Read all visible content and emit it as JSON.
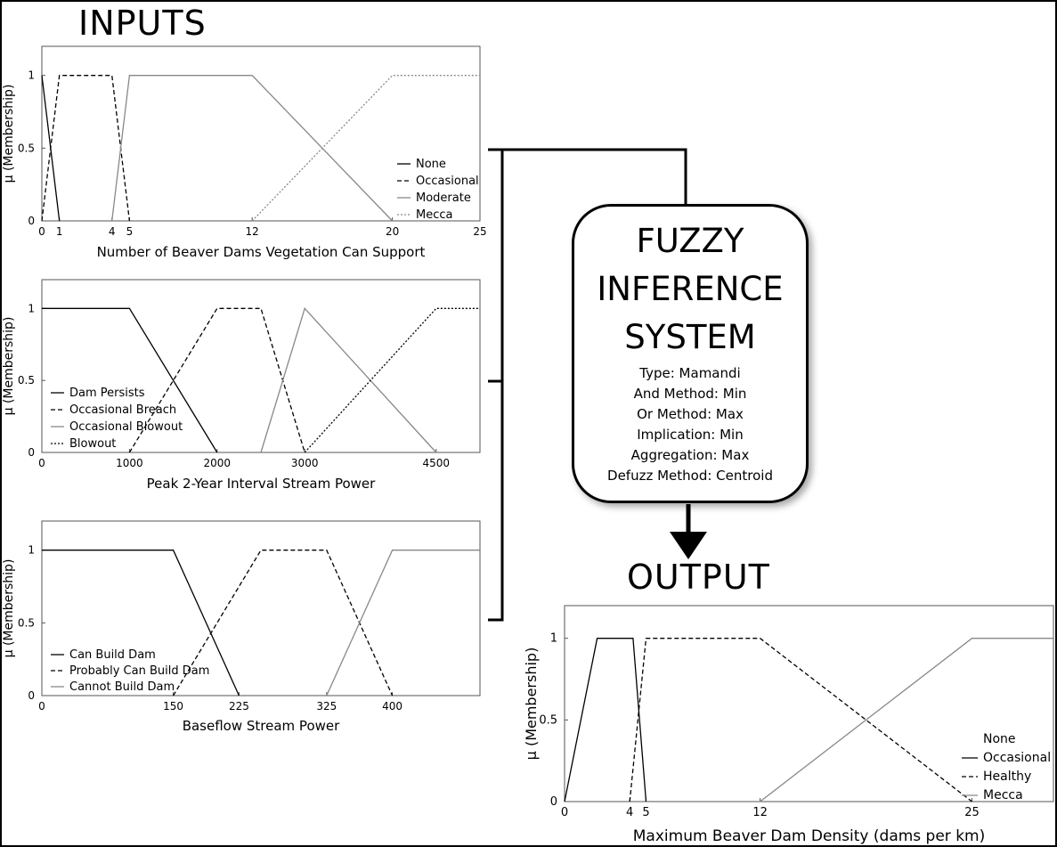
{
  "headings": {
    "inputs": "INPUTS",
    "output": "OUTPUT"
  },
  "fis": {
    "title_lines": [
      "FUZZY",
      "INFERENCE",
      "SYSTEM"
    ],
    "params": [
      "Type: Mamandi",
      "And Method: Min",
      "Or Method: Max",
      "Implication: Min",
      "Aggregation: Max",
      "Defuzz Method: Centroid"
    ]
  },
  "chart_data": [
    {
      "type": "line",
      "xlabel": "Number of Beaver Dams Vegetation Can Support",
      "ylabel": "μ (Membership)",
      "xlim": [
        0,
        25
      ],
      "ylim": [
        0,
        1.2
      ],
      "xticks": [
        0,
        1,
        4,
        5,
        12,
        20,
        25
      ],
      "yticks": [
        0,
        0.5,
        1
      ],
      "legend_position": "bottom-right",
      "series": [
        {
          "name": "None",
          "style": "solid",
          "color": "#000000",
          "x": [
            0,
            1
          ],
          "y": [
            1,
            0
          ]
        },
        {
          "name": "Occasional",
          "style": "dashed",
          "color": "#000000",
          "x": [
            0,
            1,
            4,
            5
          ],
          "y": [
            0,
            1,
            1,
            0
          ]
        },
        {
          "name": "Moderate",
          "style": "solid",
          "color": "#888888",
          "x": [
            4,
            5,
            12,
            20
          ],
          "y": [
            0,
            1,
            1,
            0
          ]
        },
        {
          "name": "Mecca",
          "style": "dotted",
          "color": "#888888",
          "x": [
            12,
            20,
            25
          ],
          "y": [
            0,
            1,
            1
          ]
        }
      ]
    },
    {
      "type": "line",
      "xlabel": "Peak 2-Year Interval Stream Power",
      "ylabel": "μ (Membership)",
      "xlim": [
        0,
        5000
      ],
      "ylim": [
        0,
        1.2
      ],
      "xticks": [
        0,
        1000,
        2000,
        3000,
        4500
      ],
      "yticks": [
        0,
        0.5,
        1
      ],
      "legend_position": "bottom-left",
      "series": [
        {
          "name": "Dam Persists",
          "style": "solid",
          "color": "#000000",
          "x": [
            0,
            1000,
            2000
          ],
          "y": [
            1,
            1,
            0
          ]
        },
        {
          "name": "Occasional Breach",
          "style": "dashed",
          "color": "#000000",
          "x": [
            1000,
            2000,
            2500,
            3000
          ],
          "y": [
            0,
            1,
            1,
            0
          ]
        },
        {
          "name": "Occasional Blowout",
          "style": "solid",
          "color": "#888888",
          "x": [
            2500,
            3000,
            4500
          ],
          "y": [
            0,
            1,
            0
          ]
        },
        {
          "name": "Blowout",
          "style": "dotted",
          "color": "#000000",
          "x": [
            3000,
            4500,
            5000
          ],
          "y": [
            0,
            1,
            1
          ]
        }
      ]
    },
    {
      "type": "line",
      "xlabel": "Baseflow Stream Power",
      "ylabel": "μ (Membership)",
      "xlim": [
        0,
        500
      ],
      "ylim": [
        0,
        1.2
      ],
      "xticks": [
        0,
        150,
        225,
        325,
        400
      ],
      "yticks": [
        0,
        0.5,
        1
      ],
      "legend_position": "bottom-left",
      "series": [
        {
          "name": "Can Build Dam",
          "style": "solid",
          "color": "#000000",
          "x": [
            0,
            150,
            225
          ],
          "y": [
            1,
            1,
            0
          ]
        },
        {
          "name": "Probably Can Build Dam",
          "style": "dashed",
          "color": "#000000",
          "x": [
            150,
            250,
            325,
            400
          ],
          "y": [
            0,
            1,
            1,
            0
          ]
        },
        {
          "name": "Cannot Build Dam",
          "style": "solid",
          "color": "#888888",
          "x": [
            325,
            400,
            500
          ],
          "y": [
            0,
            1,
            1
          ]
        }
      ]
    },
    {
      "type": "line",
      "xlabel": "Maximum Beaver Dam Density (dams per km)",
      "ylabel": "μ (Membership)",
      "xlim": [
        0,
        30
      ],
      "ylim": [
        0,
        1.2
      ],
      "xticks": [
        0,
        4,
        5,
        12,
        25
      ],
      "yticks": [
        0,
        0.5,
        1
      ],
      "legend_position": "bottom-right",
      "legend_title": "None",
      "series": [
        {
          "name": "Occasional",
          "style": "solid",
          "color": "#000000",
          "x": [
            0,
            2,
            4.2,
            5
          ],
          "y": [
            0,
            1,
            1,
            0
          ]
        },
        {
          "name": "Healthy",
          "style": "dashed",
          "color": "#000000",
          "x": [
            4,
            5,
            12,
            25
          ],
          "y": [
            0,
            1,
            1,
            0
          ]
        },
        {
          "name": "Mecca",
          "style": "solid",
          "color": "#888888",
          "x": [
            12,
            25,
            30
          ],
          "y": [
            0,
            1,
            1
          ]
        }
      ]
    }
  ]
}
